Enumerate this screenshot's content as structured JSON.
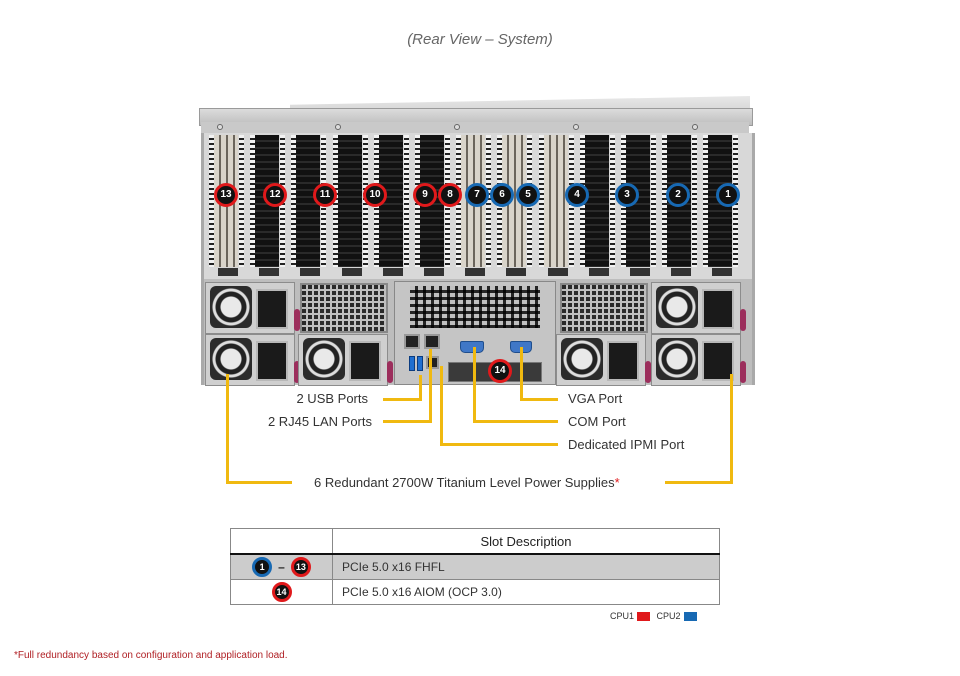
{
  "title": "(Rear View – System)",
  "colors": {
    "cpu1": "#e0191b",
    "cpu2": "#1769b3",
    "callout_line": "#f0b910",
    "footnote": "#b02025",
    "psu_handle": "#9c2e5c"
  },
  "slot_markers": [
    {
      "number": "13",
      "cpu": "cpu1"
    },
    {
      "number": "12",
      "cpu": "cpu1"
    },
    {
      "number": "11",
      "cpu": "cpu1"
    },
    {
      "number": "10",
      "cpu": "cpu1"
    },
    {
      "number": "9",
      "cpu": "cpu1"
    },
    {
      "number": "8",
      "cpu": "cpu1"
    },
    {
      "number": "7",
      "cpu": "cpu2"
    },
    {
      "number": "6",
      "cpu": "cpu2"
    },
    {
      "number": "5",
      "cpu": "cpu2"
    },
    {
      "number": "4",
      "cpu": "cpu2"
    },
    {
      "number": "3",
      "cpu": "cpu2"
    },
    {
      "number": "2",
      "cpu": "cpu2"
    },
    {
      "number": "1",
      "cpu": "cpu2"
    }
  ],
  "aiom_marker": {
    "number": "14",
    "cpu": "cpu1"
  },
  "callouts": {
    "usb": "2 USB Ports",
    "lan": "2 RJ45 LAN Ports",
    "vga": "VGA Port",
    "com": "COM Port",
    "ipmi": "Dedicated IPMI Port",
    "psu": "6 Redundant 2700W Titanium Level Power Supplies",
    "psu_asterisk": "*"
  },
  "table": {
    "header": "Slot Description",
    "rows": [
      {
        "from": "1",
        "from_cpu": "cpu2",
        "separator": "–",
        "to": "13",
        "to_cpu": "cpu1",
        "description": "PCIe 5.0 x16 FHFL"
      },
      {
        "id": "14",
        "id_cpu": "cpu1",
        "description": "PCIe 5.0 x16 AIOM (OCP 3.0)"
      }
    ]
  },
  "legend": [
    {
      "label": "CPU1",
      "color": "#e0191b"
    },
    {
      "label": "CPU2",
      "color": "#1769b3"
    }
  ],
  "footnote": "*Full redundancy based on configuration and application load."
}
